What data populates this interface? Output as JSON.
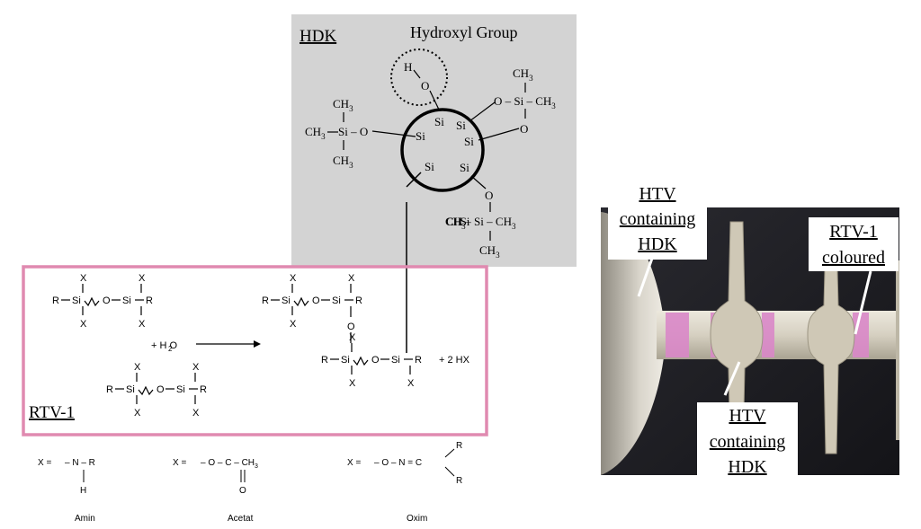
{
  "hdk": {
    "label": "HDK",
    "hydroxyl_label": "Hydroxyl Group",
    "h": "H",
    "o": "O",
    "si": "Si",
    "ch3": "CH",
    "sub3": "3",
    "si_dash_o": "Si – O",
    "o_dash_si_dash_ch3": "O – Si – CH",
    "ch3_si_ch3": "CH  – Si – CH"
  },
  "rtv1": {
    "label": "RTV-1",
    "x": "X",
    "r": "R",
    "si": "Si",
    "o": "O",
    "h2o": "+ H O",
    "h2o_sub": "2",
    "plus_2hx": "+ 2 HX"
  },
  "legend": {
    "amin": {
      "prefix": "X =",
      "group": "– N – R",
      "h": "H",
      "name": "Amin"
    },
    "acetat": {
      "prefix": "X =",
      "group": "– O – C – CH",
      "sub": "3",
      "o": "O",
      "name": "Acetat"
    },
    "oxim": {
      "prefix": "X =",
      "group": "– O – N = C",
      "r": "R",
      "name": "Oxim"
    }
  },
  "photo": {
    "label_htv_top": [
      "HTV",
      "containing",
      "HDK"
    ],
    "label_rtv_coloured": [
      "RTV-1",
      "coloured"
    ],
    "label_htv_bottom": [
      "HTV",
      "containing",
      "HDK"
    ]
  },
  "colors": {
    "hdk_panel": "#d3d3d3",
    "rtv_border": "#e08ab0",
    "pink_band": "#d987c8",
    "insulator": "#cfc8b6",
    "photo_bg": "#1f1f24"
  }
}
